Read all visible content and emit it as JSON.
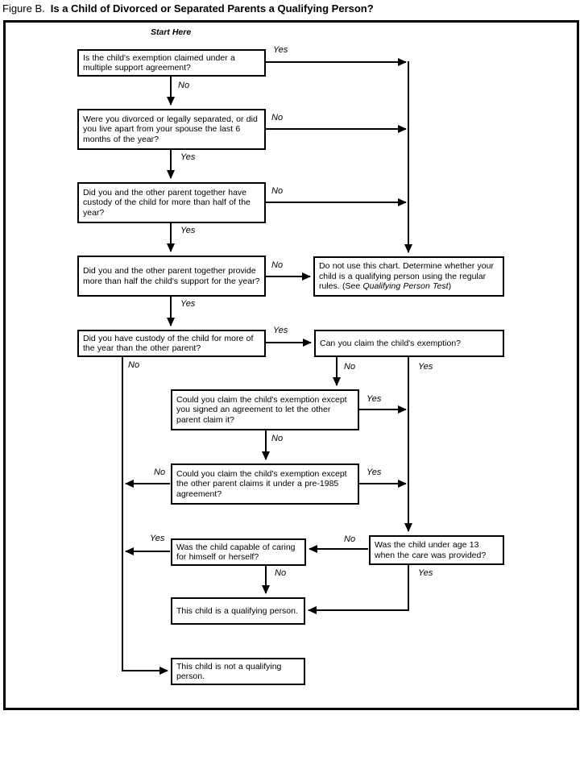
{
  "title": {
    "figure_label": "Figure B.",
    "heading": "Is a Child of Divorced or Separated Parents a Qualifying Person?"
  },
  "start_here": "Start Here",
  "labels": {
    "yes": "Yes",
    "no": "No"
  },
  "nodes": {
    "multiple_support": "Is the child's exemption claimed under a multiple support agreement?",
    "divorced_separated": "Were you divorced or legally separated, or did you live apart from your spouse the last 6 months of the year?",
    "custody_together": "Did you and the other parent together have custody of the child for more than half of the year?",
    "support_together": "Did you and the other parent together provide more than half the child's support for the year?",
    "do_not_use": {
      "text": "Do not use this chart. Determine whether your child is a qualifying person using the regular rules. (See ",
      "italic": "Qualifying Person Test",
      "suffix": ")"
    },
    "custody_more": "Did you have custody of the child for more of the year than the other parent?",
    "claim_exemption": "Can you claim the child's exemption?",
    "signed_agreement": "Could you claim the child's exemption except you signed an agreement to let the other parent claim it?",
    "pre_1985": "Could you claim the child's exemption except the other parent claims it under a pre-1985 agreement?",
    "capable_caring": "Was the child capable of caring for himself or herself?",
    "under_age_13": "Was the child under age 13 when the care was provided?",
    "qualifying": "This child is a qualifying person.",
    "not_qualifying": "This child is not a qualifying person."
  }
}
